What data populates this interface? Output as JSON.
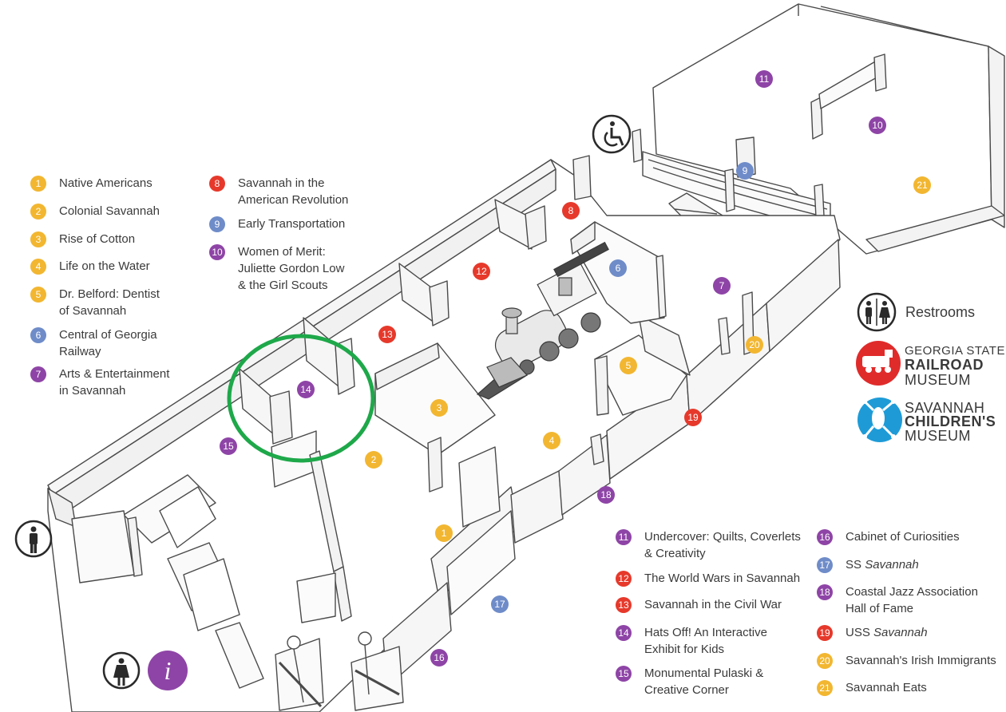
{
  "colors": {
    "yellow": "#F2B630",
    "blue": "#6F8CC9",
    "purple": "#8E44A6",
    "red": "#E6392B",
    "highlight_circle": "#1EA84A",
    "railroad_red": "#E02B2B",
    "childrens_blue": "#1E9BD7"
  },
  "legend_left_col1": [
    {
      "num": "1",
      "color": "yellow",
      "line1": "Native Americans",
      "line2": ""
    },
    {
      "num": "2",
      "color": "yellow",
      "line1": "Colonial Savannah",
      "line2": ""
    },
    {
      "num": "3",
      "color": "yellow",
      "line1": "Rise of Cotton",
      "line2": ""
    },
    {
      "num": "4",
      "color": "yellow",
      "line1": "Life on the Water",
      "line2": ""
    },
    {
      "num": "5",
      "color": "yellow",
      "line1": "Dr. Belford: Dentist",
      "line2": "of Savannah"
    },
    {
      "num": "6",
      "color": "blue",
      "line1": "Central of Georgia",
      "line2": "Railway"
    },
    {
      "num": "7",
      "color": "purple",
      "line1": "Arts & Entertainment",
      "line2": "in Savannah"
    }
  ],
  "legend_left_col2": [
    {
      "num": "8",
      "color": "red",
      "line1": "Savannah in the",
      "line2": "American Revolution"
    },
    {
      "num": "9",
      "color": "blue",
      "line1": "Early Transportation",
      "line2": ""
    },
    {
      "num": "10",
      "color": "purple",
      "line1": "Women of Merit:",
      "line2": "Juliette Gordon Low",
      "line3": "& the Girl Scouts"
    }
  ],
  "legend_bottom_col1": [
    {
      "num": "11",
      "color": "purple",
      "line1": "Undercover: Quilts, Coverlets",
      "line2": "& Creativity"
    },
    {
      "num": "12",
      "color": "red",
      "line1": "The World Wars in Savannah",
      "line2": ""
    },
    {
      "num": "13",
      "color": "red",
      "line1": "Savannah in the Civil War",
      "line2": ""
    },
    {
      "num": "14",
      "color": "purple",
      "line1": "Hats Off! An Interactive",
      "line2": "Exhibit for Kids"
    },
    {
      "num": "15",
      "color": "purple",
      "line1": "Monumental Pulaski &",
      "line2": "Creative Corner"
    }
  ],
  "legend_bottom_col2": [
    {
      "num": "16",
      "color": "purple",
      "line1": "Cabinet of Curiosities",
      "line2": ""
    },
    {
      "num": "17",
      "color": "blue",
      "line1_pre": "SS ",
      "line1_em": "Savannah",
      "line2": ""
    },
    {
      "num": "18",
      "color": "purple",
      "line1": "Coastal Jazz Association",
      "line2": "Hall of Fame"
    },
    {
      "num": "19",
      "color": "red",
      "line1_pre": "USS ",
      "line1_em": "Savannah",
      "line2": ""
    },
    {
      "num": "20",
      "color": "yellow",
      "line1": "Savannah's Irish Immigrants",
      "line2": ""
    },
    {
      "num": "21",
      "color": "yellow",
      "line1": "Savannah Eats",
      "line2": ""
    }
  ],
  "map_markers": [
    {
      "num": "1",
      "color": "yellow"
    },
    {
      "num": "2",
      "color": "yellow"
    },
    {
      "num": "3",
      "color": "yellow"
    },
    {
      "num": "4",
      "color": "yellow"
    },
    {
      "num": "5",
      "color": "yellow"
    },
    {
      "num": "6",
      "color": "blue"
    },
    {
      "num": "7",
      "color": "purple"
    },
    {
      "num": "8",
      "color": "red"
    },
    {
      "num": "9",
      "color": "blue"
    },
    {
      "num": "10",
      "color": "purple"
    },
    {
      "num": "11",
      "color": "purple"
    },
    {
      "num": "12",
      "color": "red"
    },
    {
      "num": "13",
      "color": "red"
    },
    {
      "num": "14",
      "color": "purple"
    },
    {
      "num": "15",
      "color": "purple"
    },
    {
      "num": "16",
      "color": "purple"
    },
    {
      "num": "17",
      "color": "blue"
    },
    {
      "num": "18",
      "color": "purple"
    },
    {
      "num": "19",
      "color": "red"
    },
    {
      "num": "20",
      "color": "yellow"
    },
    {
      "num": "21",
      "color": "yellow"
    }
  ],
  "restrooms_label": "Restrooms",
  "railroad_museum": {
    "line1": "GEORGIA STATE",
    "line2": "RAILROAD",
    "line3": "MUSEUM"
  },
  "childrens_museum": {
    "line1": "SAVANNAH",
    "line2": "CHILDREN'S",
    "line3": "MUSEUM"
  },
  "info_icon_glyph": "i",
  "icons": [
    "wheelchair-accessible-icon",
    "restroom-icon",
    "mens-restroom-icon",
    "womens-restroom-icon",
    "information-icon",
    "locomotive-icon",
    "railroad-logo-icon",
    "frog-logo-icon"
  ]
}
